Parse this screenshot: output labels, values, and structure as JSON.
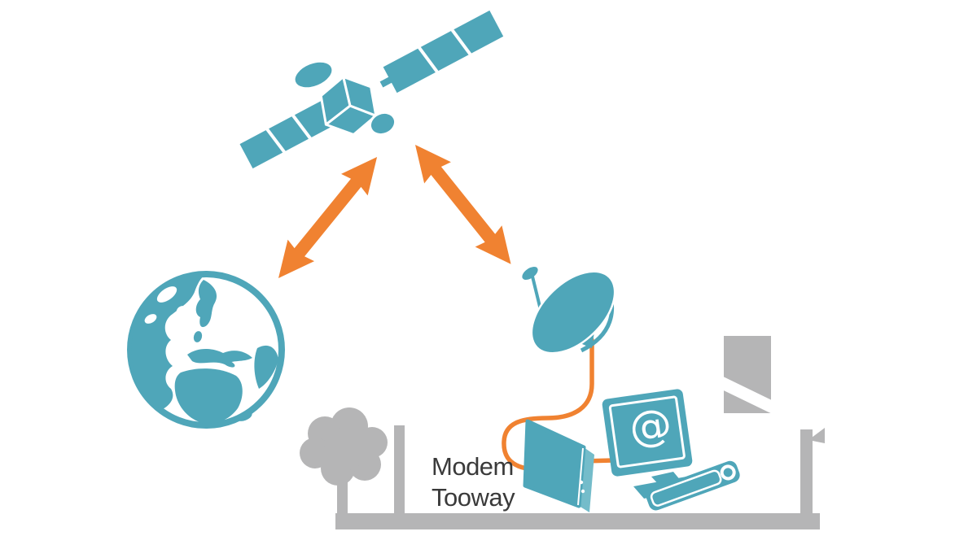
{
  "title": "Tooway satellite internet connection diagram",
  "labels": {
    "modem_line1": "Modem",
    "modem_line2": "Tooway",
    "at_symbol": "@"
  },
  "colors": {
    "teal": "#4FA6B9",
    "teal_light": "#74BCCA",
    "orange": "#F08231",
    "gray": "#B5B5B6",
    "text": "#3A3A3A",
    "white": "#FFFFFF",
    "background": "#FFFFFF"
  },
  "icons": {
    "satellite-icon": "communications satellite with solar panel wings",
    "uplink-arrow-icon": "orange double-headed arrow between earth and satellite",
    "downlink-arrow-icon": "orange double-headed arrow between satellite and dish",
    "earth-globe-icon": "globe showing Europe and Africa",
    "satellite-dish-icon": "parabolic antenna dish on house roof",
    "house-icon": "outline of a house with chimney",
    "tree-icon": "round tree silhouette",
    "signal-cable-icon": "orange coaxial cable from dish to modem to computer",
    "modem-icon": "standing modem box with status LEDs",
    "computer-monitor-icon": "desktop monitor displaying @ symbol",
    "keyboard-icon": "computer keyboard with trackball"
  }
}
